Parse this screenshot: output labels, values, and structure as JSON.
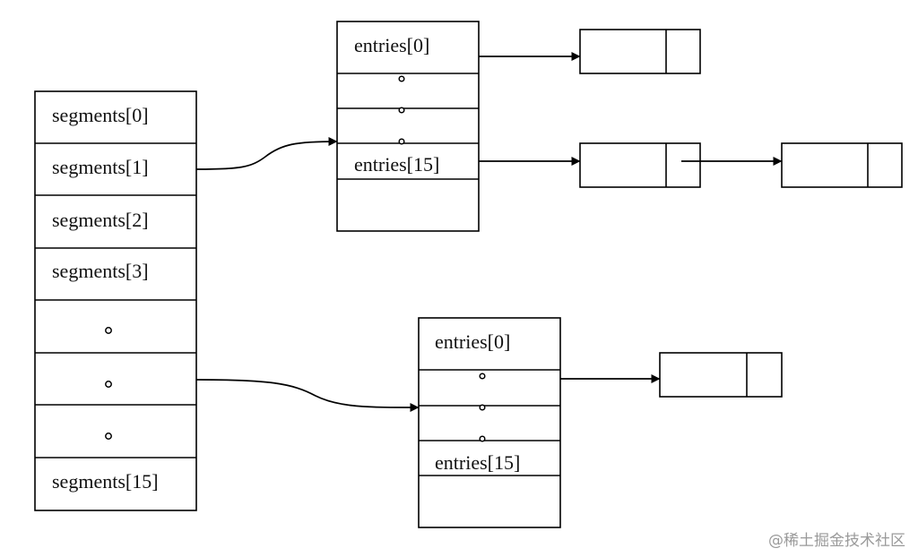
{
  "segments": [
    {
      "label": "segments[0]"
    },
    {
      "label": "segments[1]"
    },
    {
      "label": "segments[2]"
    },
    {
      "label": "segments[3]"
    },
    {
      "label": ""
    },
    {
      "label": ""
    },
    {
      "label": ""
    },
    {
      "label": "segments[15]"
    }
  ],
  "top_table": {
    "first_label": "entries[0]",
    "last_label": "entries[15]"
  },
  "bottom_table": {
    "first_label": "entries[0]",
    "last_label": "entries[15]"
  },
  "watermark": "@稀土掘金技术社区"
}
